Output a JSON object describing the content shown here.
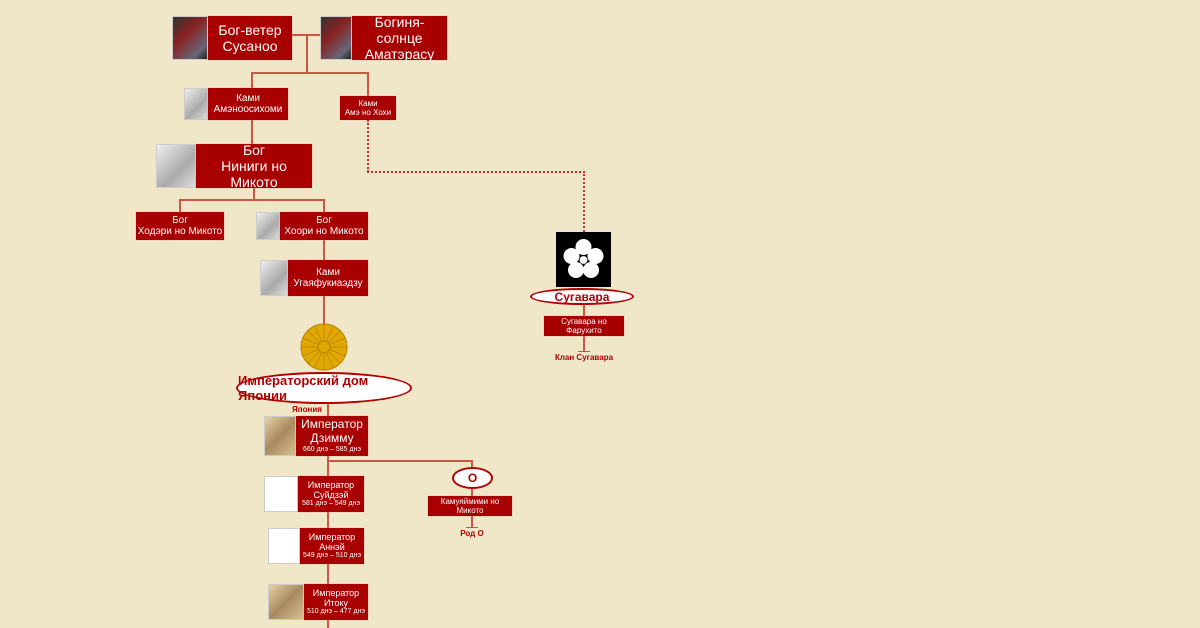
{
  "nodes": {
    "susanoo": {
      "l1": "Бог-ветер",
      "l2": "Сусаноо"
    },
    "amaterasu": {
      "l1": "Богиня-солнце",
      "l2": "Аматэрасу"
    },
    "oshihomi": {
      "l1": "Ками",
      "l2": "Амэноосихоми"
    },
    "hohi": {
      "l1": "Ками",
      "l2": "Амэ но Хохи"
    },
    "ninigi": {
      "l1": "Бог",
      "l2": "Ниниги но Микото"
    },
    "hoderi": {
      "l1": "Бог",
      "l2": "Ходэри но Микото"
    },
    "hoori": {
      "l1": "Бог",
      "l2": "Хоори но Микото"
    },
    "ugaya": {
      "l1": "Ками",
      "l2": "Угаяфукиаэдзу"
    },
    "jimmu": {
      "l1": "Император",
      "l2": "Дзимму",
      "dates": "660 днэ – 585 днэ"
    },
    "suizei": {
      "l1": "Император",
      "l2": "Суйдзэй",
      "dates": "581 днэ – 549 днэ"
    },
    "annei": {
      "l1": "Император",
      "l2": "Аннэй",
      "dates": "549 днэ – 510 днэ"
    },
    "itoku": {
      "l1": "Император",
      "l2": "Итоку",
      "dates": "510 днэ – 477 днэ"
    },
    "kamuyaimimi": {
      "l1": "Камуяймими но Микото"
    },
    "furuhito": {
      "l1": "Сугавара но Фарухито"
    }
  },
  "houses": {
    "imperial": "Императорский дом Японии",
    "imperial_sub": "Япония",
    "o": "О",
    "o_sub": "Род О",
    "sugawara": "Сугавара",
    "sugawara_sub": "Клан Сугавара"
  },
  "colors": {
    "box": "#a80000",
    "line": "#cc5544",
    "background": "#f0e6c8"
  }
}
